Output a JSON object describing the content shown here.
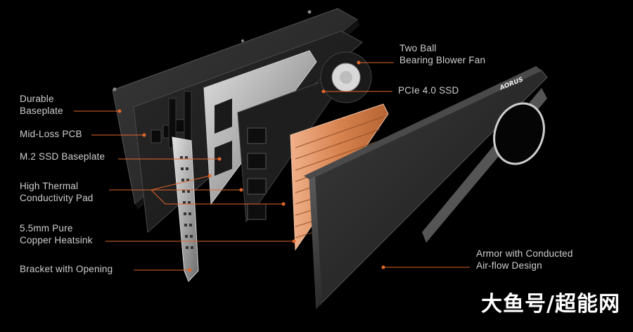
{
  "labels": {
    "baseplate": [
      "Durable",
      "Baseplate"
    ],
    "pcb": [
      "Mid-Loss PCB"
    ],
    "ssd_baseplate": [
      "M.2 SSD Baseplate"
    ],
    "thermal_pad": [
      "High Thermal",
      "Conductivity Pad"
    ],
    "heatsink": [
      "5.5mm Pure",
      "Copper Heatsink"
    ],
    "bracket": [
      "Bracket with Opening"
    ],
    "fan": [
      "Two Ball",
      "Bearing Blower Fan"
    ],
    "ssd": [
      "PCIe 4.0 SSD"
    ],
    "armor": [
      "Armor with Conducted",
      "Air-flow Design"
    ]
  },
  "brand_logo": "AORUS",
  "watermark": "大鱼号/超能网",
  "colors": {
    "leader_line": "#e0662a",
    "copper": "#d8834f",
    "background": "#000000",
    "text": "#cfcfcf"
  }
}
